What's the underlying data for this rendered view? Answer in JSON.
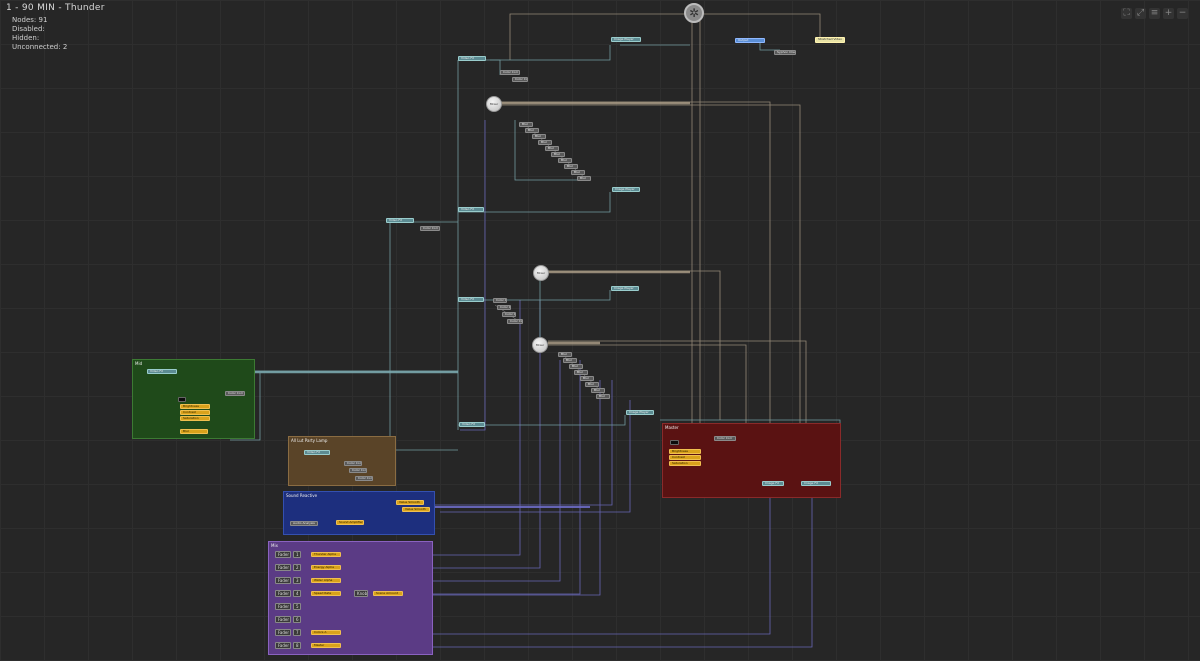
{
  "header": {
    "title": "1 - 90 MIN - Thunder",
    "stats": [
      {
        "label": "Nodes:",
        "value": "91"
      },
      {
        "label": "Disabled:",
        "value": ""
      },
      {
        "label": "Hidden:",
        "value": ""
      },
      {
        "label": "Unconnected:",
        "value": "2"
      }
    ]
  },
  "toolbar": {
    "fit": "⛶",
    "expand": "⤢",
    "list": "≡",
    "add": "+",
    "remove": "−"
  },
  "hub": {
    "icon": "✲"
  },
  "groups": {
    "green": {
      "label": "Mid"
    },
    "brown": {
      "label": "All Lut Party Lamp"
    },
    "blue": {
      "label": "Sound Reactive"
    },
    "red": {
      "label": "Master"
    },
    "purple": {
      "label": "Mix"
    }
  },
  "nodes": {
    "image_player": "Image Player",
    "output": "Output",
    "stretched_video": "Stretched Video",
    "syphon": "Syphon Client",
    "video_fx": "Video FX",
    "color_corr": "Color Corr",
    "mixer": "Mixer",
    "brightness": "Brightness",
    "contrast": "Contrast",
    "saturation": "Saturation",
    "blur": "Blur",
    "image_fx": "Image FX",
    "audio_analysis": "Audio Analysis",
    "sound_amp": "Sound Amplifier",
    "value_smooth": "Value Smooth",
    "knob": "Knob"
  },
  "faders": [
    {
      "num": "1",
      "label": "Fader",
      "value": "Thunder Alpha"
    },
    {
      "num": "2",
      "label": "Fader",
      "value": "Energy Alpha"
    },
    {
      "num": "3",
      "label": "Fader",
      "value": "Water Alpha"
    },
    {
      "num": "4",
      "label": "Fader",
      "value": "Speed Rate"
    },
    {
      "num": "5",
      "label": "Fader",
      "value": ""
    },
    {
      "num": "6",
      "label": "Fader",
      "value": ""
    },
    {
      "num": "7",
      "label": "Fader",
      "value": "Colors A"
    },
    {
      "num": "8",
      "label": "Fader",
      "value": "Master"
    }
  ],
  "extra": {
    "scene_amount": "Scene Amount"
  },
  "colors": {
    "background": "#262626",
    "wire_teal": "#7aa7ad",
    "wire_purple": "#6d6cc4",
    "wire_tan": "#a89a85",
    "group_green": "#1f4a1a",
    "group_brown": "#5a4428",
    "group_blue": "#1d2f7e",
    "group_red": "#5a1212",
    "group_purple": "#5b3b85"
  }
}
